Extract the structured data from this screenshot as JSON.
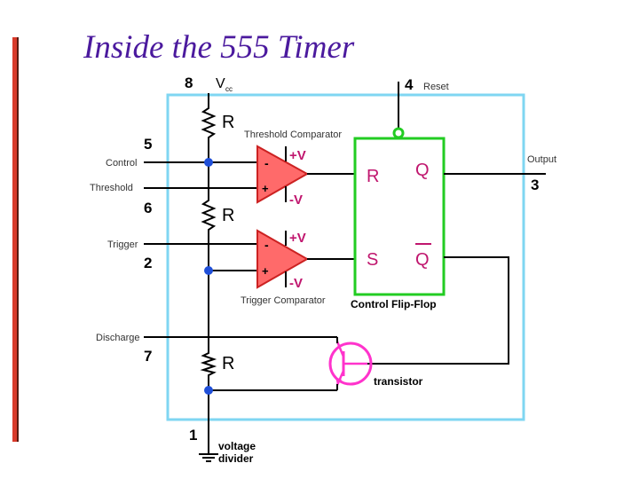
{
  "title": "Inside the 555 Timer",
  "colors": {
    "title": "#4b1a9e",
    "accent_bar": "#d83a2a",
    "chip_outline": "#7fd6f2",
    "flipflop_outline": "#22cc22",
    "comparator_fill": "#ff6a6a",
    "comparator_outline": "#cc2222",
    "transistor": "#ff33cc",
    "wire": "#000000",
    "node": "#1f4fd8"
  },
  "icons": [
    "resistor-icon",
    "comparator-icon",
    "npn-transistor-icon",
    "ground-icon"
  ],
  "pins": {
    "vcc": {
      "number": "8",
      "label": "V",
      "sub": "cc"
    },
    "reset": {
      "number": "4",
      "label": "Reset"
    },
    "control": {
      "number": "5",
      "label": "Control"
    },
    "threshold": {
      "number": "6",
      "label": "Threshold"
    },
    "trigger": {
      "number": "2",
      "label": "Trigger"
    },
    "discharge": {
      "number": "7",
      "label": "Discharge"
    },
    "output": {
      "number": "3",
      "label": "Output"
    },
    "ground": {
      "number": "1"
    }
  },
  "resistor_label": "R",
  "threshold_comparator": {
    "label": "Threshold Comparator",
    "minus": "-",
    "plus": "+",
    "vpos": "+V",
    "vneg": "-V"
  },
  "trigger_comparator": {
    "label": "Trigger Comparator",
    "minus": "-",
    "plus": "+",
    "vpos": "+V",
    "vneg": "-V"
  },
  "flip_flop": {
    "label": "Control Flip-Flop",
    "R": "R",
    "S": "S",
    "Q": "Q",
    "Qbar": "Q"
  },
  "transistor_label": "transistor",
  "divider_label": {
    "line1": "voltage",
    "line2": "divider"
  }
}
